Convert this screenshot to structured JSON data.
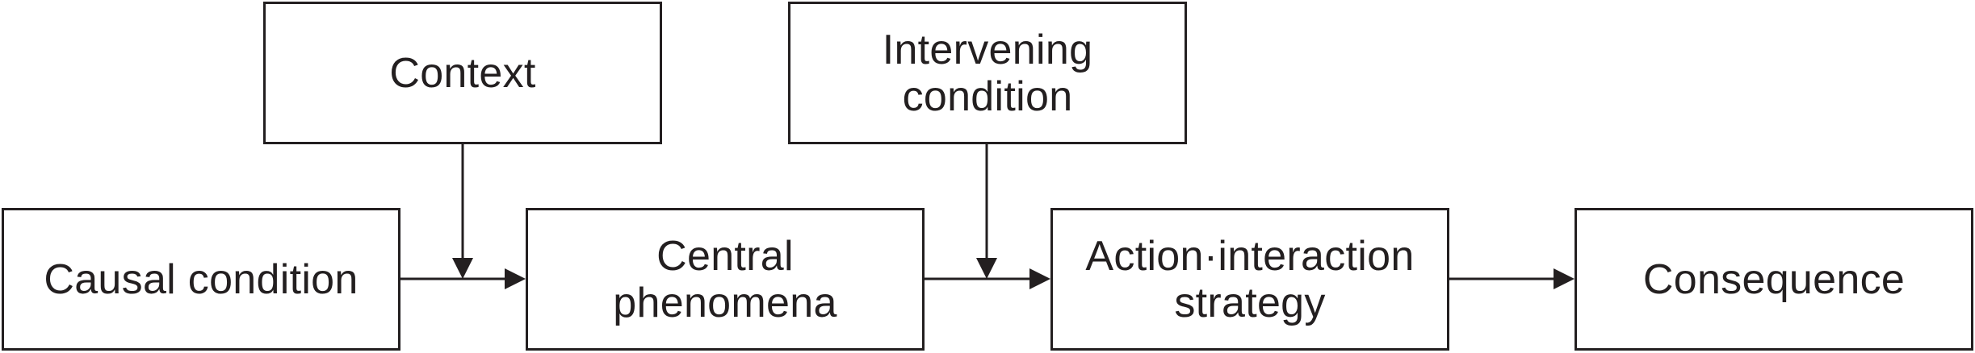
{
  "nodes": {
    "context": {
      "lines": [
        "Context"
      ]
    },
    "intervening": {
      "lines": [
        "Intervening",
        "condition"
      ]
    },
    "causal": {
      "lines": [
        "Causal condition"
      ]
    },
    "central": {
      "lines": [
        "Central",
        "phenomena"
      ]
    },
    "action": {
      "lines": [
        "Action·interaction",
        "strategy"
      ]
    },
    "consequence": {
      "lines": [
        "Consequence"
      ]
    }
  },
  "edges": [
    {
      "from": "causal",
      "to": "central"
    },
    {
      "from": "context",
      "to": "causal-to-central-edge"
    },
    {
      "from": "central",
      "to": "action"
    },
    {
      "from": "intervening",
      "to": "central-to-action-edge"
    },
    {
      "from": "action",
      "to": "consequence"
    }
  ],
  "colors": {
    "stroke": "#231f20",
    "fill": "#ffffff"
  }
}
